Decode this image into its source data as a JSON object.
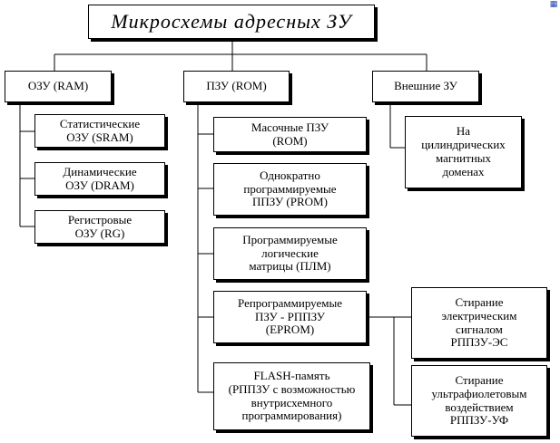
{
  "title": "Микросхемы адресных ЗУ",
  "branches": {
    "ram": {
      "label": "ОЗУ (RAM)",
      "items": [
        "Статистические\nОЗУ (SRAM)",
        "Динамические\nОЗУ (DRAM)",
        "Регистровые\nОЗУ (RG)"
      ]
    },
    "rom": {
      "label": "ПЗУ (ROM)",
      "items": [
        "Масочные ПЗУ\n(ROM)",
        "Однократно\nпрограммируемые\nППЗУ (PROM)",
        "Программируемые\nлогические\nматрицы (ПЛМ)",
        "Репрограммируемые\nПЗУ - РППЗУ\n(EPROM)",
        "FLASH-память\n(РППЗУ с возможностью\nвнутрисхемного\nпрограммирования)"
      ]
    },
    "ext": {
      "label": "Внешние ЗУ",
      "items": [
        "На\nцилиндрических\nмагнитных\nдоменах"
      ]
    }
  },
  "eprom_types": [
    "Стирание\nэлектрическим\nсигналом\nРППЗУ-ЭС",
    "Стирание\nультрафиолетовым\nвоздействием\nРППЗУ-УФ"
  ],
  "corner_icon": "broken-image-icon"
}
